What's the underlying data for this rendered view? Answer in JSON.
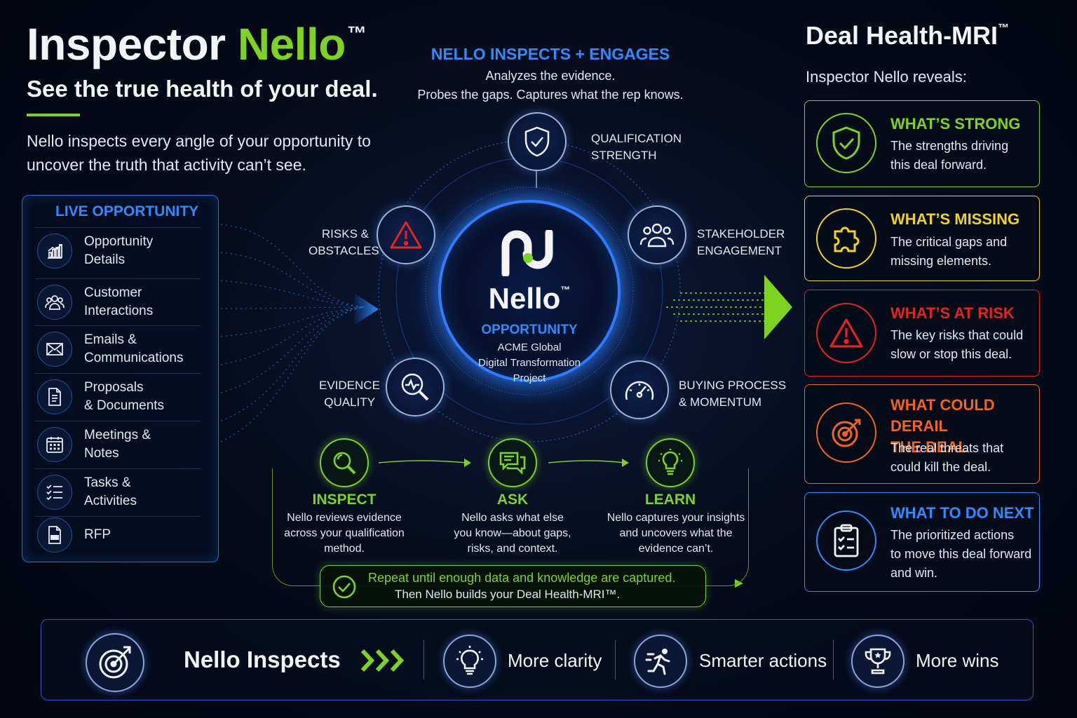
{
  "header": {
    "title_main": "Inspector ",
    "title_accent": "Nello",
    "title_tm": "™",
    "subtitle": "See the true health of your deal.",
    "intro": "Nello inspects every angle of your opportunity to uncover the truth that activity can’t see."
  },
  "live_opportunity": {
    "title": "LIVE OPPORTUNITY",
    "items": [
      {
        "label": "Opportunity\nDetails",
        "icon": "bar-chart-icon"
      },
      {
        "label": "Customer\nInteractions",
        "icon": "people-icon"
      },
      {
        "label": "Emails &\nCommunications",
        "icon": "envelope-icon"
      },
      {
        "label": "Proposals\n& Documents",
        "icon": "document-icon"
      },
      {
        "label": "Meetings &\nNotes",
        "icon": "calendar-icon"
      },
      {
        "label": "Tasks &\nActivities",
        "icon": "checklist-icon"
      },
      {
        "label": "RFP",
        "icon": "rfp-document-icon"
      }
    ]
  },
  "center": {
    "heading": "NELLO INSPECTS + ENGAGES",
    "description": "Analyzes the evidence.\nProbes the gaps. Captures what the rep knows.",
    "hub": {
      "name": "Nello",
      "tm": "™",
      "label": "OPPORTUNITY",
      "description": "ACME Global\nDigital Transformation\nProject"
    },
    "nodes": {
      "qualification": "QUALIFICATION\nSTRENGTH",
      "risks": "RISKS &\nOBSTACLES",
      "stakeholder": "STAKEHOLDER\nENGAGEMENT",
      "evidence": "EVIDENCE\nQUALITY",
      "buying": "BUYING PROCESS\n& MOMENTUM"
    }
  },
  "loop": {
    "steps": [
      {
        "title": "INSPECT",
        "description": "Nello reviews evidence\nacross your qualification\nmethod."
      },
      {
        "title": "ASK",
        "description": "Nello asks what else\nyou know—about gaps,\nrisks, and context."
      },
      {
        "title": "LEARN",
        "description": "Nello captures your insights\nand uncovers what the\nevidence can’t."
      }
    ],
    "repeat_line1": "Repeat until enough data and knowledge are captured.",
    "repeat_line2": "Then Nello builds your Deal Health-MRI™."
  },
  "deal_health": {
    "title": "Deal Health-MRI",
    "tm": "™",
    "subtitle": "Inspector Nello reveals:",
    "cards": [
      {
        "title": "WHAT’S STRONG",
        "description": "The strengths driving\nthis deal forward.",
        "color": "#7ed321",
        "icon": "shield-check-icon"
      },
      {
        "title": "WHAT’S MISSING",
        "description": "The critical gaps and\nmissing elements.",
        "color": "#f2d21b",
        "icon": "puzzle-icon"
      },
      {
        "title": "WHAT’S AT RISK",
        "description": "The key risks that could\nslow or stop this deal.",
        "color": "#e8231f",
        "icon": "warning-icon"
      },
      {
        "title": "WHAT COULD DERAIL\nTHE DEAL",
        "description": "The real threats that\ncould kill the deal.",
        "color": "#f0641e",
        "icon": "target-icon"
      },
      {
        "title": "WHAT TO DO NEXT",
        "description": "The prioritized actions\nto move this deal forward\nand win.",
        "color": "#2f8cff",
        "icon": "clipboard-icon"
      }
    ]
  },
  "bottom_bar": {
    "lead": "Nello Inspects",
    "items": [
      {
        "label": "More clarity",
        "icon": "lightbulb-icon"
      },
      {
        "label": "Smarter actions",
        "icon": "runner-icon"
      },
      {
        "label": "More wins",
        "icon": "trophy-icon"
      }
    ]
  }
}
